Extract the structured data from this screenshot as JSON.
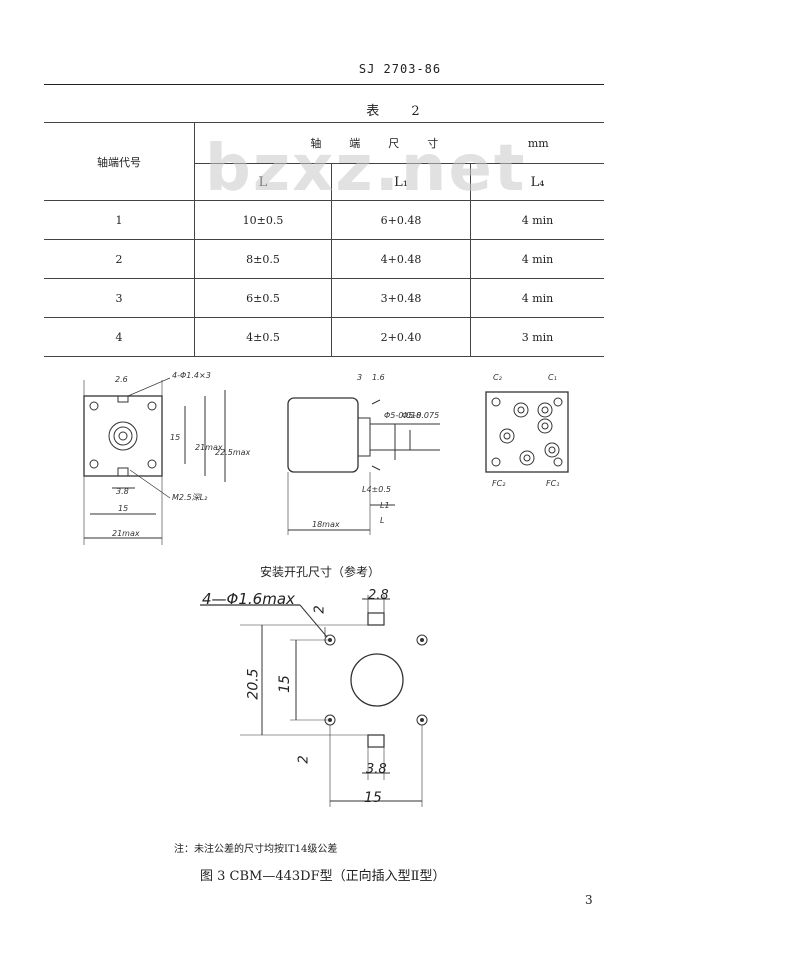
{
  "header": {
    "doc_code": "SJ 2703-86"
  },
  "table": {
    "title": "表 2",
    "col_code": "轴端代号",
    "group_header": "轴端尺寸",
    "unit": "mm",
    "sub_headers": [
      "L",
      "L₁",
      "L₄"
    ],
    "rows": [
      {
        "code": "1",
        "L": "10±0.5",
        "L1": "6+0.48",
        "L4": "4 min"
      },
      {
        "code": "2",
        "L": "8±0.5",
        "L1": "4+0.48",
        "L4": "4 min"
      },
      {
        "code": "3",
        "L": "6±0.5",
        "L1": "3+0.48",
        "L4": "4 min"
      },
      {
        "code": "4",
        "L": "4±0.5",
        "L1": "2+0.40",
        "L4": "3 min"
      }
    ]
  },
  "watermark": "bzxz.net",
  "drawings": {
    "front": {
      "hole_spec": "4-Φ1.4×3",
      "dim_15_v": "15",
      "dim_21": "21max",
      "dim_225": "22.5max",
      "dim_38": "3.8",
      "dim_15_h": "15",
      "dim_21_h": "21max",
      "thread": "M2.5深L₂",
      "top": "2.6"
    },
    "side": {
      "top": "3",
      "top2": "1.6",
      "d1": "Φ5-0.018",
      "d2": "Φ5-0.075",
      "l4": "L4±0.5",
      "l1": "L1",
      "l": "L",
      "width": "18max"
    },
    "pins": {
      "c2": "C₂",
      "c1": "C₁",
      "fc2": "FC₂",
      "fc1": "FC₁"
    }
  },
  "mount": {
    "caption": "安装开孔尺寸（参考）",
    "hole_spec": "4—Φ1.6max",
    "dim_2_top": "2",
    "dim_28": "2.8",
    "dim_205": "20.5",
    "dim_15_v": "15",
    "dim_2_bot": "2",
    "dim_38": "3.8",
    "dim_15_h": "15"
  },
  "note": "注：未注公差的尺寸均按IT14级公差",
  "figure_caption": "图 3   CBM—443DF型（正向插入型Ⅱ型）",
  "page_number": "3"
}
